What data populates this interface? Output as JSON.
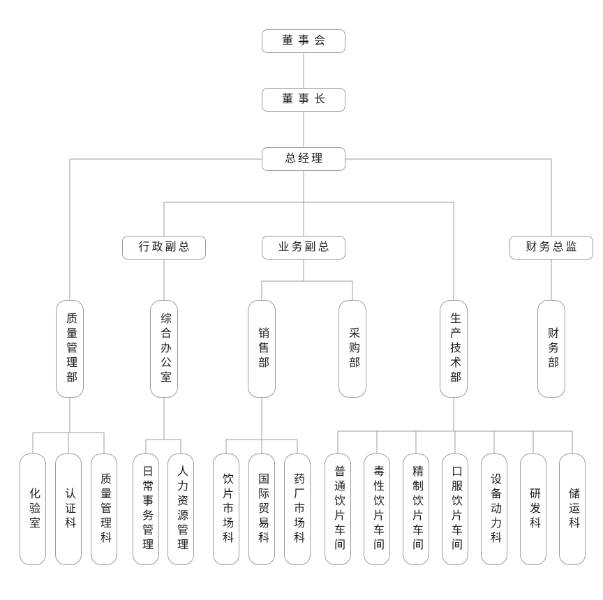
{
  "theme": {
    "background": "#ffffff",
    "line_color": "#9b9b9b",
    "box_border_color": "#9b9b9b",
    "text_color": "#1a1a1a"
  },
  "org": {
    "board": "董事会",
    "chairman": "董事长",
    "general_manager": "总经理",
    "admin_vp": "行政副总",
    "business_vp": "业务副总",
    "finance_director": "财务总监",
    "departments": {
      "quality": "质量管理部",
      "office": "综合办公室",
      "sales": "销售部",
      "purchasing": "采购部",
      "production": "生产技术部",
      "finance": "财务部"
    },
    "sections": {
      "lab": "化验室",
      "certification": "认证科",
      "quality_mgmt": "质量管理科",
      "daily_affairs": "日常事务管理",
      "hr": "人力资源管理",
      "pieces_market": "饮片市场科",
      "intl_trade": "国际贸易科",
      "pharma_market": "药厂市场科",
      "ordinary_workshop": "普通饮片车间",
      "toxic_workshop": "毒性饮片车间",
      "refined_workshop": "精制饮片车间",
      "oral_workshop": "口服饮片车间",
      "equipment_power": "设备动力科",
      "rnd": "研发科",
      "storage": "储运科"
    }
  }
}
